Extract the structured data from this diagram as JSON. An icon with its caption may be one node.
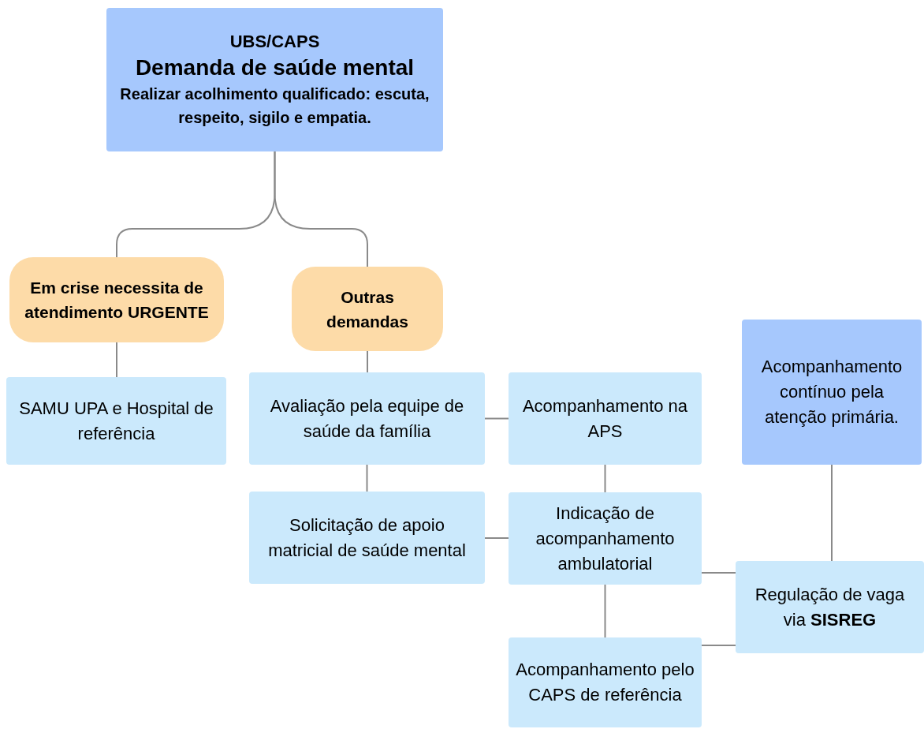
{
  "diagram": {
    "nodes": [
      {
        "text": [
          "UBS/CAPS",
          "Demanda de saúde mental",
          "Realizar acolhimento qualificado: escuta, respeito, sigilo e empatia."
        ]
      },
      {
        "text": [
          "Em crise necessita de atendimento URGENTE"
        ]
      },
      {
        "text": [
          "Outras demandas"
        ]
      },
      {
        "text": [
          "SAMU UPA e Hospital de referência"
        ]
      },
      {
        "text": [
          "Avaliação pela equipe de saúde da família"
        ]
      },
      {
        "text": [
          "Acompanhamento na APS"
        ]
      },
      {
        "text": [
          "Solicitação de apoio matricial de saúde mental"
        ]
      },
      {
        "text": [
          "Indicação de acompanhamento ambulatorial"
        ]
      },
      {
        "text": [
          "Acompanhamento pelo CAPS de referência"
        ]
      },
      {
        "text": [
          "Acompanhamento contínuo pela atenção primária."
        ]
      },
      {
        "text": [
          "Regulação de vaga via **SISREG**"
        ]
      }
    ],
    "edges": [
      {
        "from": 0,
        "to": 1,
        "arrow": "none"
      },
      {
        "from": 0,
        "to": 2,
        "arrow": "none"
      },
      {
        "from": 1,
        "to": 3,
        "arrow": "none"
      },
      {
        "from": 2,
        "to": 4,
        "arrow": "none"
      },
      {
        "from": 4,
        "to": 5,
        "arrow": "none"
      },
      {
        "from": 4,
        "to": 6,
        "arrow": "none"
      },
      {
        "from": 5,
        "to": 7,
        "arrow": "none"
      },
      {
        "from": 6,
        "to": 7,
        "arrow": "none"
      },
      {
        "from": 7,
        "to": 8,
        "arrow": "none"
      },
      {
        "from": 7,
        "to": 10,
        "arrow": "none"
      },
      {
        "from": 8,
        "to": 10,
        "arrow": "none"
      },
      {
        "from": 10,
        "to": 9,
        "arrow": "none"
      }
    ]
  }
}
